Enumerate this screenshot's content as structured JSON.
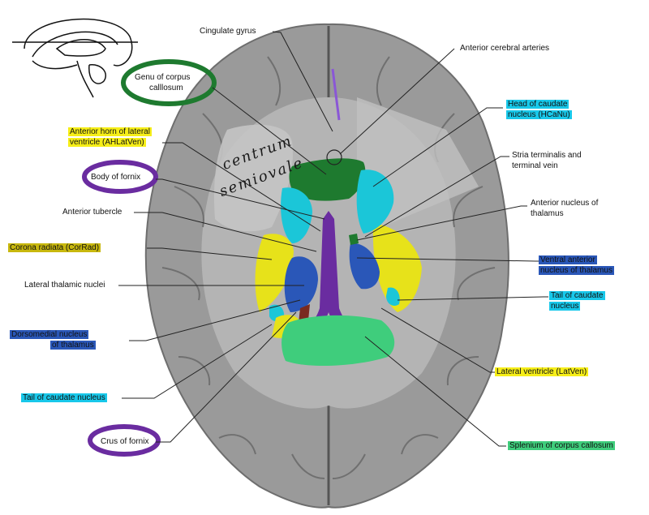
{
  "labels": {
    "cingulate_gyrus": "Cingulate gyrus",
    "anterior_cerebral_arteries": "Anterior cerebral arteries",
    "genu_line1": "Genu of corpus",
    "genu_line2": "calllosum",
    "head_caudate_line1": "Head of caudate",
    "head_caudate_line2": "nucleus (HCaNu)",
    "anterior_horn_line1": "Anterior horn of lateral",
    "anterior_horn_line2": "ventricle (AHLatVen)",
    "stria_line1": "Stria terminalis and",
    "stria_line2": "terminal vein",
    "body_of_fornix": "Body of fornix",
    "anterior_nucleus_line1": "Anterior nucleus of",
    "anterior_nucleus_line2": "thalamus",
    "anterior_tubercle": "Anterior tubercle",
    "corona_radiata": "Corona radiata (CorRad)",
    "ventral_anterior_line1": "Ventral anterior",
    "ventral_anterior_line2": "nucleus of thalamus",
    "lateral_thalamic_nuclei": "Lateral thalamic nuclei",
    "tail_caudate_right_line1": "Tail of caudate",
    "tail_caudate_right_line2": "nucleus",
    "dorsomedial_line1": "Dorsomedial nucleus",
    "dorsomedial_line2": "of thalamus",
    "lateral_ventricle": "Lateral ventricle (LatVen)",
    "tail_caudate_left": "Tail of caudate nucleus",
    "crus_of_fornix": "Crus of fornix",
    "splenium": "Splenium of corpus callosum",
    "handwritten_line1": "centrum",
    "handwritten_line2": "semiovale"
  },
  "colors": {
    "brain_gray": "#9a9a9a",
    "white_matter": "#b8b8b8",
    "genu_green": "#1e7a2f",
    "caudate_cyan": "#1bc6d8",
    "thalamus_blue": "#2a57b8",
    "corona_yellow": "#e7e21a",
    "fornix_purple": "#6a2ca0",
    "splenium_green": "#3fcd7c",
    "highlight_yellow": "#f6ee18"
  }
}
